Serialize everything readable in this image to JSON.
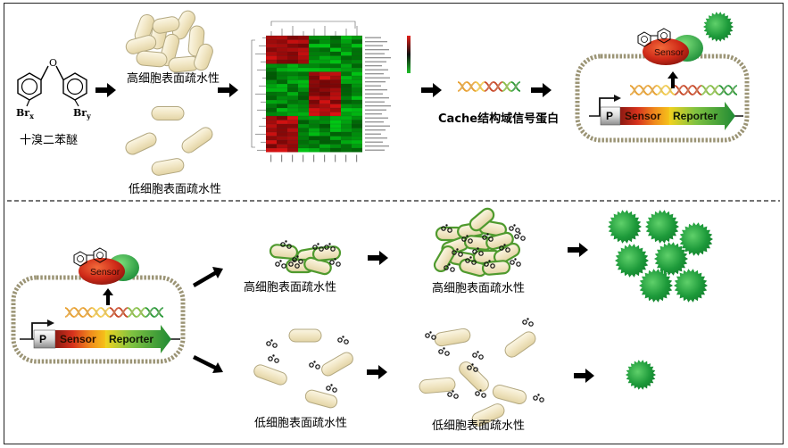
{
  "compound": {
    "name": "十溴二苯醚",
    "oxygen": "O",
    "br_left": "Br",
    "br_left_sub": "x",
    "br_right": "Br",
    "br_right_sub": "y"
  },
  "labels": {
    "high_top": "高细胞表面疏水性",
    "low_top": "低细胞表面疏水性",
    "cache": "Cache结构域信号蛋白",
    "high_mid": "高细胞表面疏水性",
    "high_right": "高细胞表面疏水性",
    "low_mid": "低细胞表面疏水性",
    "low_right": "低细胞表面疏水性"
  },
  "construct": {
    "promoter": "P",
    "sensor": "Sensor",
    "reporter": "Reporter",
    "protein": "Sensor"
  },
  "colors": {
    "cell_fill": "#f3ebcf",
    "cell_stroke": "#a89e7c",
    "green_cell_stroke": "#4f9a2e",
    "sensor_red": "#c8231a",
    "reporter_green": "#2c9c3a",
    "gfp_green": "#1f9a3a",
    "membrane": "#9b9475"
  }
}
